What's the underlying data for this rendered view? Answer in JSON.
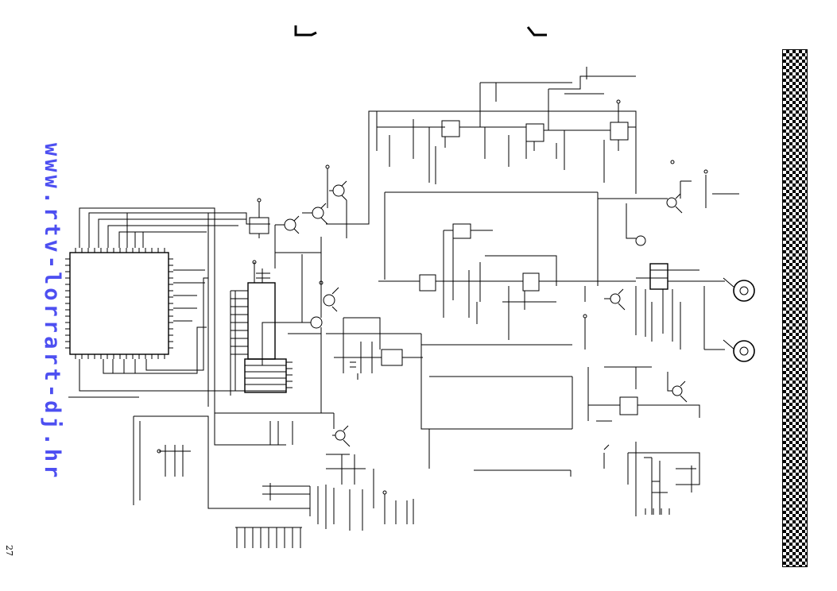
{
  "page": {
    "number": "27",
    "watermark": "www.rtv-lorrart-dj.hr"
  },
  "colors": {
    "ink": "#000000",
    "watermark": "#3a3df0",
    "paper": "#ffffff"
  },
  "diagram": {
    "kind": "circuit schematic",
    "components": [
      {
        "type": "microcontroller-ic",
        "label": ""
      },
      {
        "type": "memory-ic",
        "label": ""
      },
      {
        "type": "connector-block",
        "label": ""
      },
      {
        "type": "opamp-ic",
        "label": ""
      },
      {
        "type": "transistor",
        "label": ""
      },
      {
        "type": "rca-jack",
        "label": ""
      },
      {
        "type": "relay",
        "label": ""
      }
    ]
  }
}
